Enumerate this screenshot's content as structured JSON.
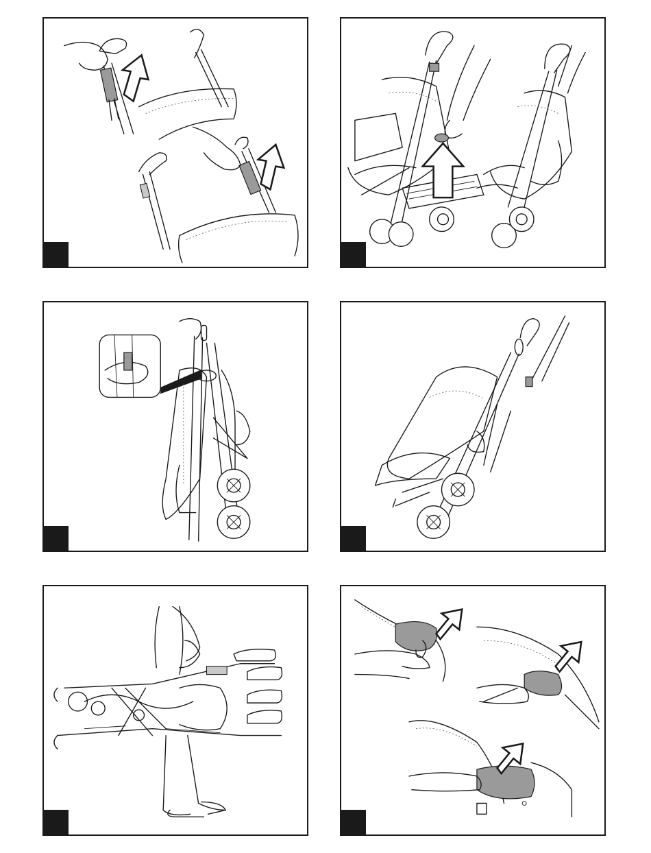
{
  "page": {
    "background": "#ffffff",
    "line_color": "#1a1a1a",
    "shade_color": "#9a9a9a"
  },
  "panels": [
    {
      "id": "p1",
      "figure": "handle-release-arrows",
      "step_badge": ""
    },
    {
      "id": "p2",
      "figure": "fold-lever-arrow",
      "step_badge": ""
    },
    {
      "id": "p3",
      "figure": "folded-lock-detail",
      "step_badge": ""
    },
    {
      "id": "p4",
      "figure": "folded-tilted",
      "step_badge": ""
    },
    {
      "id": "p5",
      "figure": "carry-folded",
      "step_badge": ""
    },
    {
      "id": "p6",
      "figure": "basket-removal-arrows",
      "step_badge": ""
    }
  ]
}
